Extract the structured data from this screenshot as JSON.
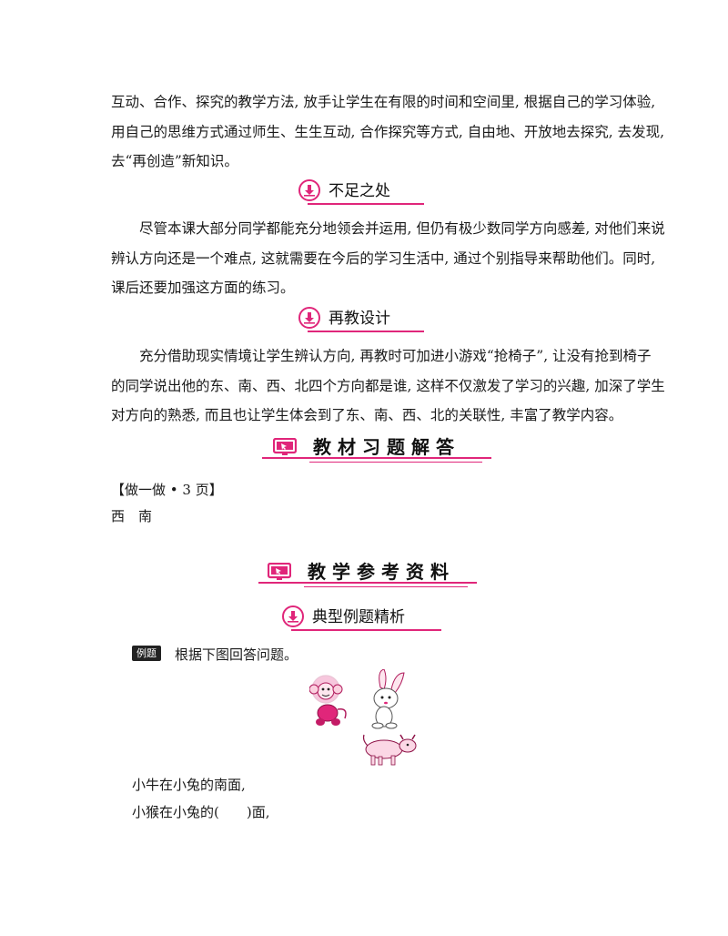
{
  "intro_lines": [
    "互动、合作、探究的教学方法, 放手让学生在有限的时间和空间里, 根据自己的学习体验,",
    "用自己的思维方式通过师生、生生互动, 合作探究等方式, 自由地、开放地去探究, 去发现,",
    "去“再创造”新知识。"
  ],
  "section_shortcomings": {
    "title": "不足之处",
    "lines": [
      "尽管本课大部分同学都能充分地领会并运用, 但仍有极少数同学方向感差, 对他们来说",
      "辨认方向还是一个难点, 这就需要在今后的学习生活中, 通过个别指导来帮助他们。同时,",
      "课后还要加强这方面的练习。"
    ]
  },
  "section_redesign": {
    "title": "再教设计",
    "lines": [
      "充分借助现实情境让学生辨认方向, 再教时可加进小游戏“抢椅子”, 让没有抢到椅子",
      "的同学说出他的东、南、西、北四个方向都是谁, 这样不仅激发了学习的兴趣, 加深了学生",
      "对方向的熟悉, 而且也让学生体会到了东、南、西、北的关联性, 丰富了教学内容。"
    ]
  },
  "banner_answers": {
    "title": "教材习题解答"
  },
  "exercise": {
    "heading": "【做一做 • 3 页】",
    "answer": "西　南"
  },
  "banner_reference": {
    "title": "教学参考资料"
  },
  "section_examples": {
    "title": "典型例题精析"
  },
  "example": {
    "badge": "例题",
    "prompt": "根据下图回答问题。",
    "line1": "小牛在小兔的南面,",
    "line2": "小猴在小兔的(　　)面,"
  },
  "colors": {
    "accent": "#e0267a"
  },
  "icons": {
    "section": "download-arrow-icon",
    "banner": "monitor-icon"
  }
}
